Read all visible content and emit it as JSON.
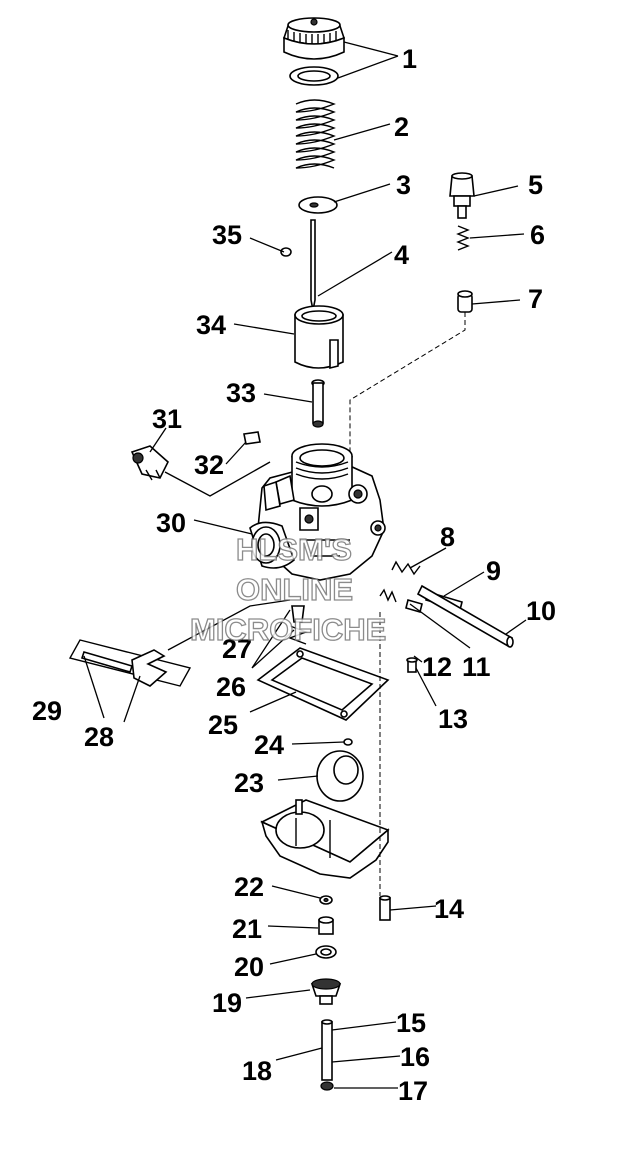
{
  "callouts": [
    {
      "id": "c1",
      "text": "1"
    },
    {
      "id": "c2",
      "text": "2"
    },
    {
      "id": "c3",
      "text": "3"
    },
    {
      "id": "c4",
      "text": "4"
    },
    {
      "id": "c5",
      "text": "5"
    },
    {
      "id": "c6",
      "text": "6"
    },
    {
      "id": "c7",
      "text": "7"
    },
    {
      "id": "c8",
      "text": "8"
    },
    {
      "id": "c9",
      "text": "9"
    },
    {
      "id": "c10",
      "text": "10"
    },
    {
      "id": "c11",
      "text": "11"
    },
    {
      "id": "c12",
      "text": "12"
    },
    {
      "id": "c13",
      "text": "13"
    },
    {
      "id": "c14",
      "text": "14"
    },
    {
      "id": "c15",
      "text": "15"
    },
    {
      "id": "c16",
      "text": "16"
    },
    {
      "id": "c17",
      "text": "17"
    },
    {
      "id": "c18",
      "text": "18"
    },
    {
      "id": "c19",
      "text": "19"
    },
    {
      "id": "c20",
      "text": "20"
    },
    {
      "id": "c21",
      "text": "21"
    },
    {
      "id": "c22",
      "text": "22"
    },
    {
      "id": "c23",
      "text": "23"
    },
    {
      "id": "c24",
      "text": "24"
    },
    {
      "id": "c25",
      "text": "25"
    },
    {
      "id": "c26",
      "text": "26"
    },
    {
      "id": "c27",
      "text": "27"
    },
    {
      "id": "c28",
      "text": "28"
    },
    {
      "id": "c29",
      "text": "29"
    },
    {
      "id": "c30",
      "text": "30"
    },
    {
      "id": "c31",
      "text": "31"
    },
    {
      "id": "c32",
      "text": "32"
    },
    {
      "id": "c33",
      "text": "33"
    },
    {
      "id": "c34",
      "text": "34"
    },
    {
      "id": "c35",
      "text": "35"
    }
  ],
  "watermark": {
    "line1": "HLSM'S",
    "line2": "ONLINE",
    "line3": "MICROFICHE"
  }
}
